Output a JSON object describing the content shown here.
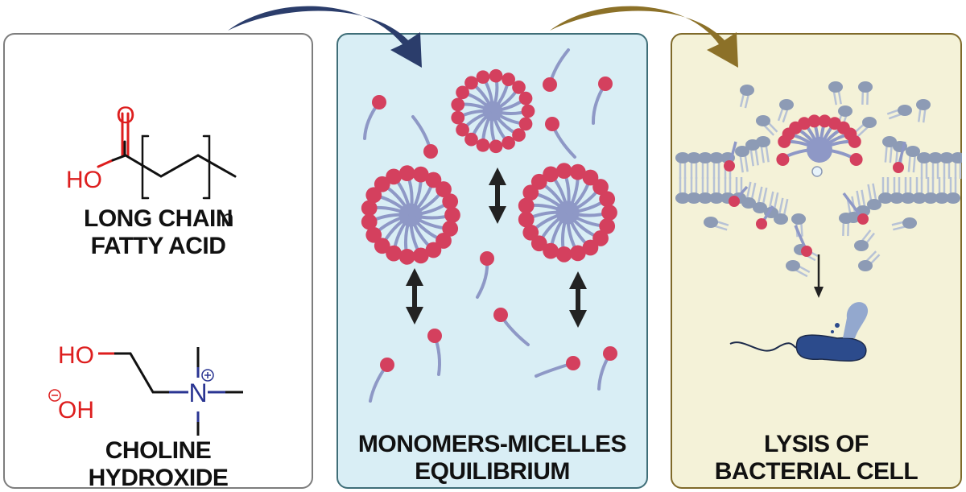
{
  "colors": {
    "panel1_border": "#7d7d7d",
    "panel2_bg": "#d9eef5",
    "panel2_border": "#3f6e78",
    "panel3_bg": "#f4f2d8",
    "panel3_border": "#7f6a2a",
    "arrow1": "#2b3d6b",
    "arrow2": "#8c7128",
    "head_red": "#d4405e",
    "tail_blue": "#8e98c6",
    "lipid_grey": "#8d9bb5",
    "oxygen_red": "#dd1e1e",
    "nitrogen_blue": "#2a3592",
    "bacterium": "#2c4b8c"
  },
  "panels": [
    {
      "id": "fatty-acid-choline",
      "structures": [
        {
          "name": "long-chain-fatty-acid",
          "atoms": {
            "carbonyl_o": "O",
            "hydroxyl": "HO",
            "repeat_subscript": "n"
          },
          "label_lines": [
            "LONG CHAIN",
            "FATTY ACID"
          ]
        },
        {
          "name": "choline-hydroxide",
          "atoms": {
            "hydroxyl": "HO",
            "hydroxide": "OH",
            "nitrogen": "N",
            "positive_charge": "+",
            "negative_charge": "−"
          },
          "label_lines": [
            "CHOLINE",
            "HYDROXIDE"
          ]
        }
      ]
    },
    {
      "id": "monomers-micelles",
      "label_lines": [
        "MONOMERS-MICELLES",
        "EQUILIBRIUM"
      ],
      "micelle_count": 3,
      "equilibrium_arrow_count": 3
    },
    {
      "id": "lysis",
      "label_lines": [
        "LYSIS OF",
        "BACTERIAL CELL"
      ]
    }
  ]
}
